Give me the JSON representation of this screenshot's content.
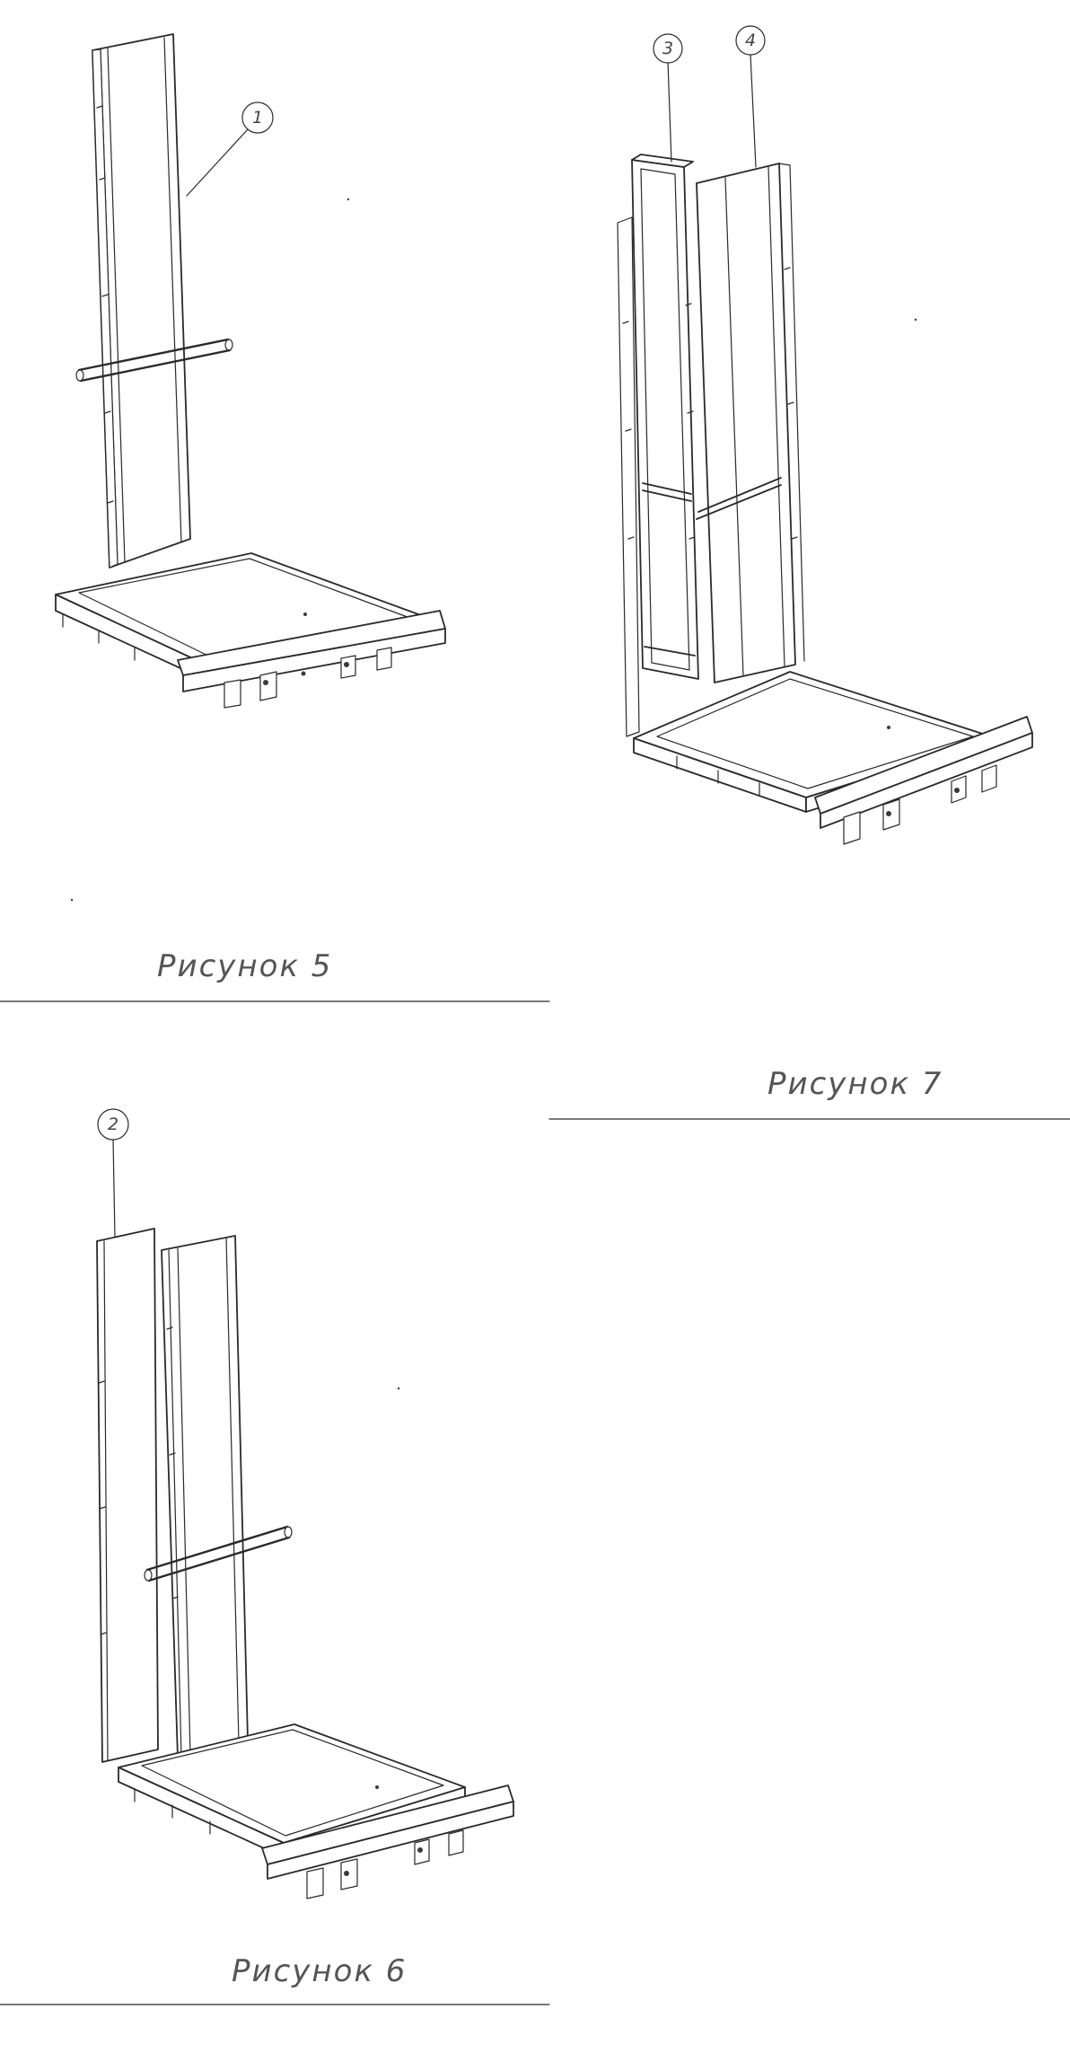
{
  "figures": [
    {
      "caption": "Рисунок 5",
      "callouts": [
        "1"
      ]
    },
    {
      "caption": "Рисунок 6",
      "callouts": [
        "2"
      ]
    },
    {
      "caption": "Рисунок 7",
      "callouts": [
        "3",
        "4"
      ]
    }
  ],
  "colors": {
    "ink": "#2a2a2a",
    "caption_ink": "#555555",
    "paper": "#ffffff"
  }
}
